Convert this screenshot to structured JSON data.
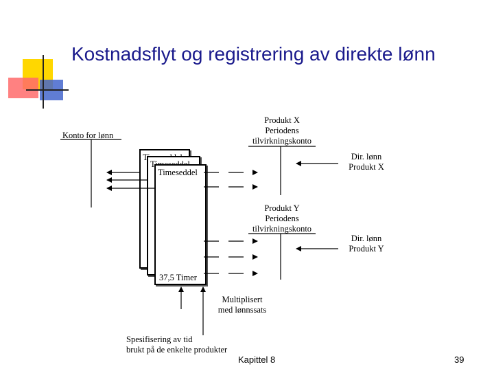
{
  "title": "Kostnadsflyt og registrering av direkte lønn",
  "konto_lonn": "Konto for lønn",
  "produkt_x": [
    "Produkt X",
    "Periodens",
    "tilvirkningskonto"
  ],
  "produkt_y": [
    "Produkt Y",
    "Periodens",
    "tilvirkningskonto"
  ],
  "dir_lonn_x": [
    "Dir. lønn",
    "Produkt X"
  ],
  "dir_lonn_y": [
    "Dir. lønn",
    "Produkt Y"
  ],
  "timeseddel": [
    "Timeseddel",
    "Timeseddel",
    "Timeseddel"
  ],
  "timer": "37,5 Timer",
  "multiplisert": [
    "Multiplisert",
    "med lønnssats"
  ],
  "spesifisering": [
    "Spesifisering av tid",
    "brukt på de enkelte produkter"
  ],
  "footer": {
    "chapter": "Kapittel 8",
    "page": "39"
  },
  "colors": {
    "title": "#1a1a8c",
    "deco_yellow": "#ffd700",
    "deco_red": "#ff4444",
    "deco_blue": "#3355cc"
  }
}
